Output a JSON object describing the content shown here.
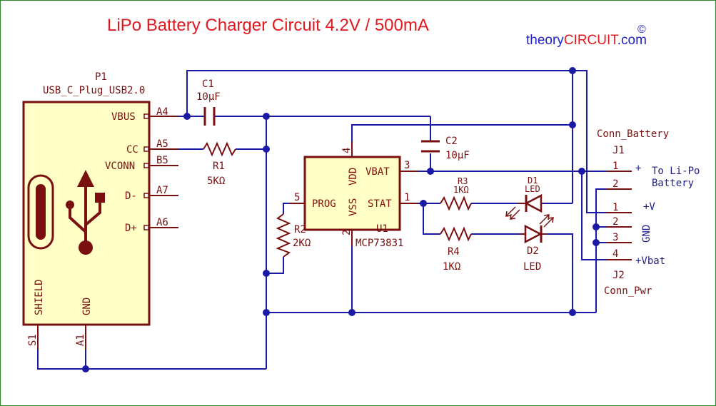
{
  "title": "LiPo Battery Charger Circuit 4.2V / 500mA",
  "brand": {
    "prefix": "theory",
    "main": "CIRCUIT",
    "suffix": ".com",
    "copyright": "©"
  },
  "p1": {
    "ref": "P1",
    "value": "USB_C_Plug_USB2.0",
    "pins": {
      "vbus": "VBUS",
      "cc": "CC",
      "vconn": "VCONN",
      "dminus": "D-",
      "dplus": "D+",
      "shield": "SHIELD",
      "gnd": "GND"
    },
    "numbers": {
      "a4": "A4",
      "a5": "A5",
      "b5": "B5",
      "a7": "A7",
      "a6": "A6",
      "s1": "S1",
      "a1": "A1"
    }
  },
  "c1": {
    "ref": "C1",
    "value": "10µF"
  },
  "c2": {
    "ref": "C2",
    "value": "10µF"
  },
  "r1": {
    "ref": "R1",
    "value": "5KΩ"
  },
  "r2": {
    "ref": "R2",
    "value": "2KΩ"
  },
  "r3": {
    "ref": "R3",
    "value": "1KΩ"
  },
  "r4": {
    "ref": "R4",
    "value": "1KΩ"
  },
  "d1": {
    "ref": "D1",
    "value": "LED"
  },
  "d2": {
    "ref": "D2",
    "value": "LED"
  },
  "u1": {
    "ref": "U1",
    "value": "MCP73831",
    "pins": {
      "vbat": "VBAT",
      "stat": "STAT",
      "prog": "PROG",
      "vss": "VSS",
      "vdd": "VDD"
    },
    "numbers": {
      "n4": "4",
      "n3": "3",
      "n1": "1",
      "n5": "5",
      "n2": "2"
    }
  },
  "j1": {
    "ref": "J1",
    "value": "Conn_Battery",
    "n1": "1",
    "n2": "2",
    "note_plus": "+",
    "note1": "To Li-Po",
    "note2": "Battery"
  },
  "j2": {
    "ref": "J2",
    "value": "Conn_Pwr",
    "n1": "1",
    "n2": "2",
    "n3": "3",
    "n4": "4",
    "vplus": "+V",
    "gnd": "GND",
    "vbat": "+Vbat"
  },
  "colors": {
    "wire": "#1a1aa6",
    "device": "#7a0f0f",
    "title": "#e0191f",
    "brand_blue": "#1f1fd0",
    "brand_red": "#e0191f"
  }
}
